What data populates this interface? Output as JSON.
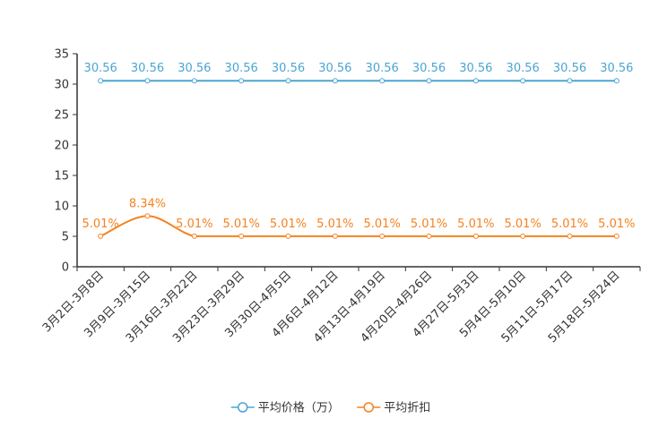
{
  "chart_data": {
    "type": "line",
    "categories": [
      "3月2日-3月8日",
      "3月9日-3月15日",
      "3月16日-3月22日",
      "3月23日-3月29日",
      "3月30日-4月5日",
      "4月6日-4月12日",
      "4月13日-4月19日",
      "4月20日-4月26日",
      "4月27日-5月3日",
      "5月4日-5月10日",
      "5月11日-5月17日",
      "5月18日-5月24日"
    ],
    "ylim": [
      0,
      35
    ],
    "yticks": [
      0,
      5,
      10,
      15,
      20,
      25,
      30,
      35
    ],
    "grid": false,
    "legend_position": "bottom-center",
    "series": [
      {
        "name": "平均价格（万）",
        "color": "#4aa5d3",
        "smooth": false,
        "values": [
          30.56,
          30.56,
          30.56,
          30.56,
          30.56,
          30.56,
          30.56,
          30.56,
          30.56,
          30.56,
          30.56,
          30.56
        ],
        "labels": [
          "30.56",
          "30.56",
          "30.56",
          "30.56",
          "30.56",
          "30.56",
          "30.56",
          "30.56",
          "30.56",
          "30.56",
          "30.56",
          "30.56"
        ]
      },
      {
        "name": "平均折扣",
        "color": "#f5821f",
        "smooth": true,
        "values": [
          5.01,
          8.34,
          5.01,
          5.01,
          5.01,
          5.01,
          5.01,
          5.01,
          5.01,
          5.01,
          5.01,
          5.01
        ],
        "labels": [
          "5.01%",
          "8.34%",
          "5.01%",
          "5.01%",
          "5.01%",
          "5.01%",
          "5.01%",
          "5.01%",
          "5.01%",
          "5.01%",
          "5.01%",
          "5.01%"
        ]
      }
    ]
  }
}
